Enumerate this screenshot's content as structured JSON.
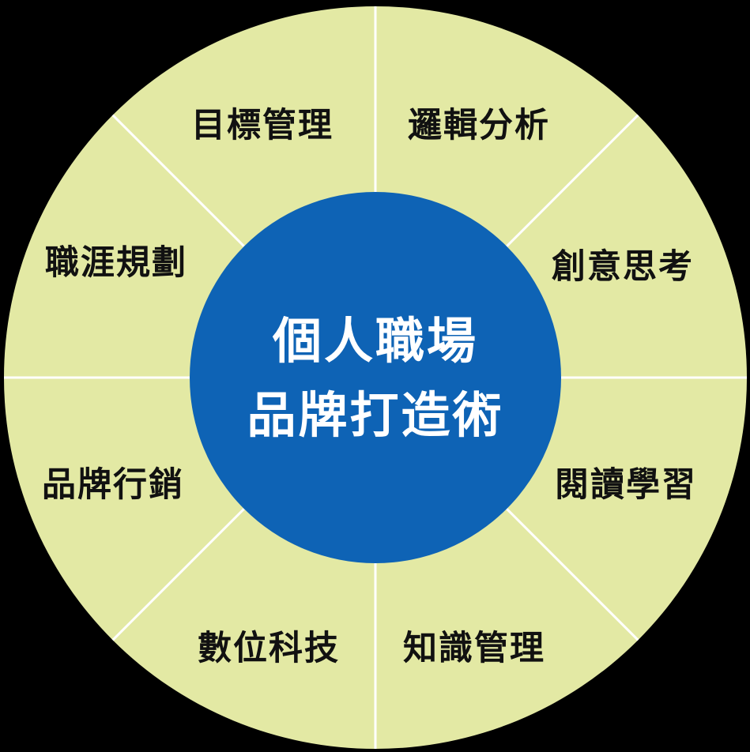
{
  "colors": {
    "background": "#000000",
    "ring_fill": "#e3e9a4",
    "divider": "#ffffff",
    "center_fill": "#0e63b5",
    "center_text": "#ffffff",
    "segment_text": "#111111"
  },
  "center": {
    "line1": "個人職場",
    "line2": "品牌打造術"
  },
  "segments": [
    {
      "label": "邏輯分析"
    },
    {
      "label": "創意思考"
    },
    {
      "label": "閱讀學習"
    },
    {
      "label": "知識管理"
    },
    {
      "label": "數位科技"
    },
    {
      "label": "品牌行銷"
    },
    {
      "label": "職涯規劃"
    },
    {
      "label": "目標管理"
    }
  ]
}
